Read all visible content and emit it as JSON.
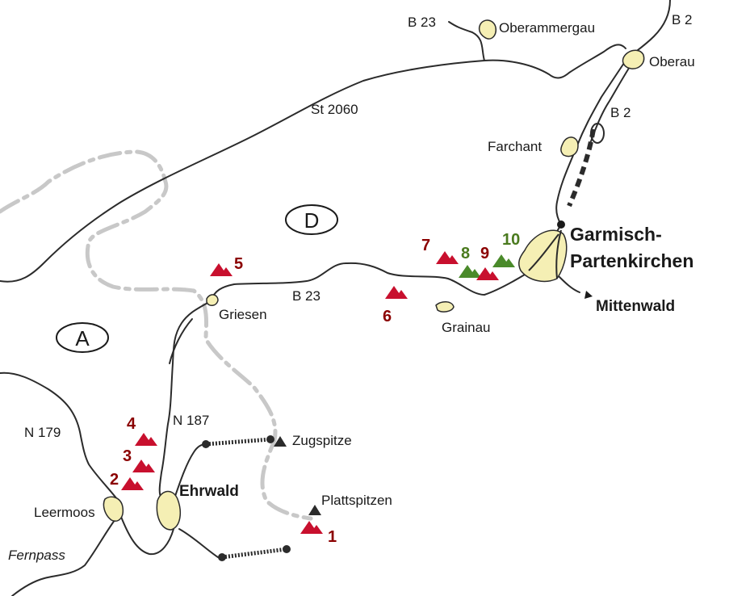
{
  "map": {
    "countries": [
      "D",
      "A"
    ],
    "roads": [
      "B 23",
      "B 2",
      "St 2060",
      "B 23",
      "N 187",
      "N 179"
    ],
    "places": {
      "oberammergau": "Oberammergau",
      "oberau": "Oberau",
      "farchant": "Farchant",
      "garmisch_line1": "Garmisch-",
      "garmisch_line2": "Partenkirchen",
      "mittenwald": "Mittenwald",
      "grainau": "Grainau",
      "griesen": "Griesen",
      "ehrwald": "Ehrwald",
      "leermoos": "Leermoos",
      "fernpass": "Fernpass"
    },
    "peaks": [
      "Zugspitze",
      "Plattspitzen"
    ],
    "markers": [
      {
        "id": "1",
        "color": "red"
      },
      {
        "id": "2",
        "color": "red"
      },
      {
        "id": "3",
        "color": "red"
      },
      {
        "id": "4",
        "color": "red"
      },
      {
        "id": "5",
        "color": "red"
      },
      {
        "id": "6",
        "color": "red"
      },
      {
        "id": "7",
        "color": "red"
      },
      {
        "id": "8",
        "color": "green"
      },
      {
        "id": "9",
        "color": "red"
      },
      {
        "id": "10",
        "color": "green"
      }
    ],
    "colors": {
      "red": "#c8102e",
      "green": "#4a8a2a",
      "number_red": "#8b0000",
      "number_green": "#4a7a1e",
      "town_fill": "#f5efb4",
      "border": "#c8c8c8"
    }
  }
}
